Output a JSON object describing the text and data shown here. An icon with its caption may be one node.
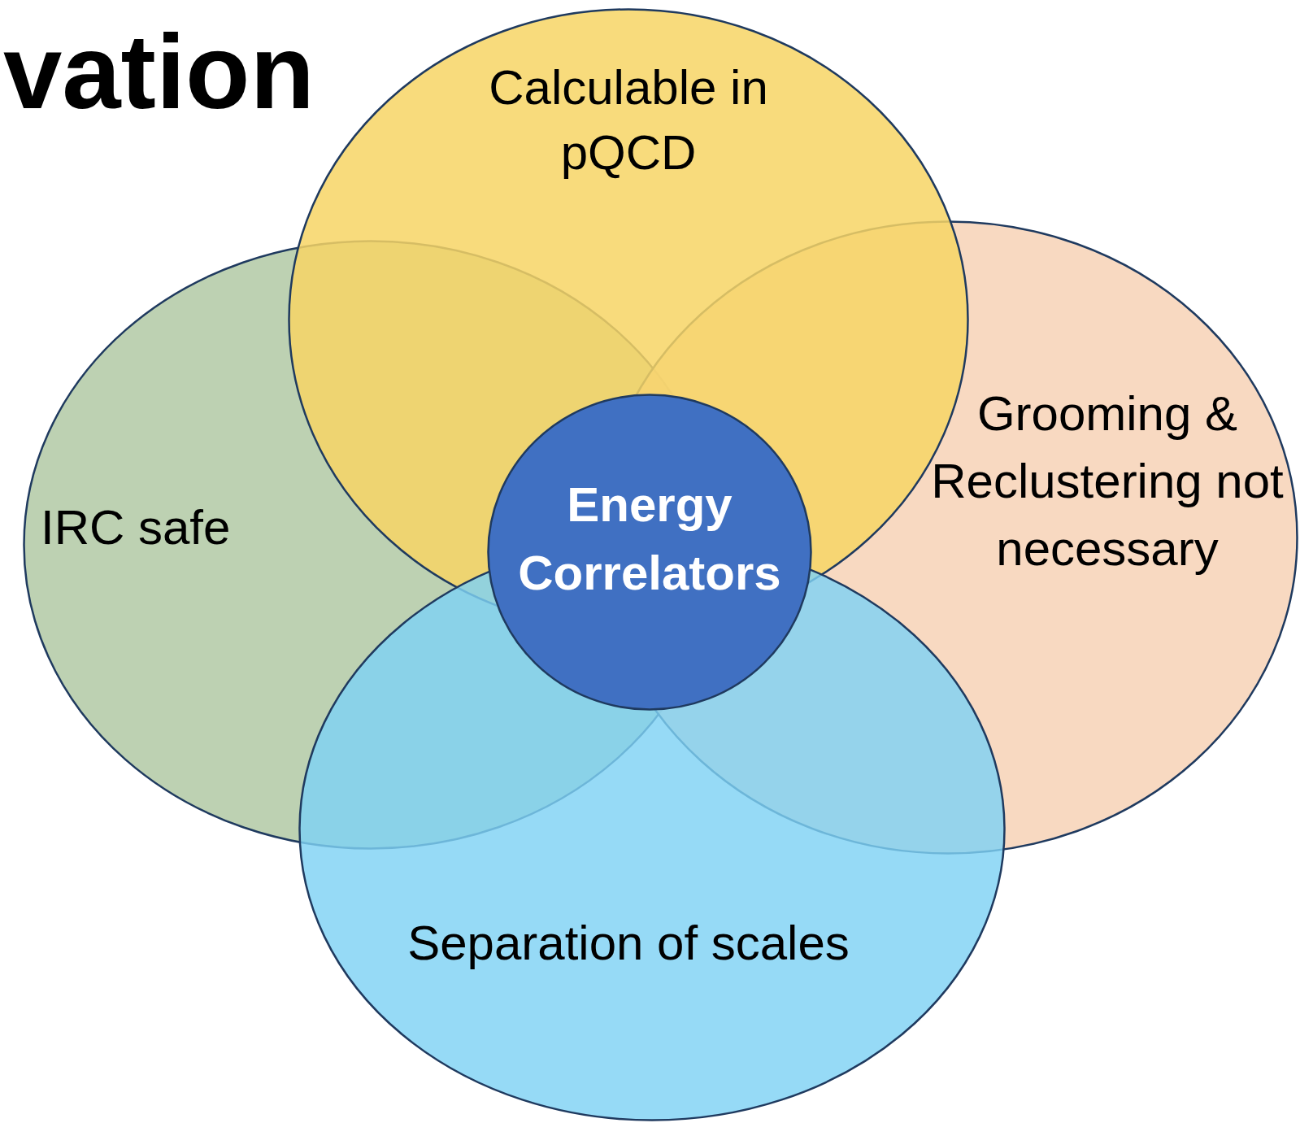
{
  "diagram": {
    "title": "vation",
    "nodes": [
      {
        "text": [
          "Calculable in pQCD"
        ]
      },
      {
        "text": [
          "IRC safe"
        ]
      },
      {
        "text": [
          "Grooming & Reclustering not necessary"
        ]
      },
      {
        "text": [
          "Separation of scales"
        ]
      },
      {
        "text": [
          "Energy Correlators"
        ]
      }
    ]
  }
}
